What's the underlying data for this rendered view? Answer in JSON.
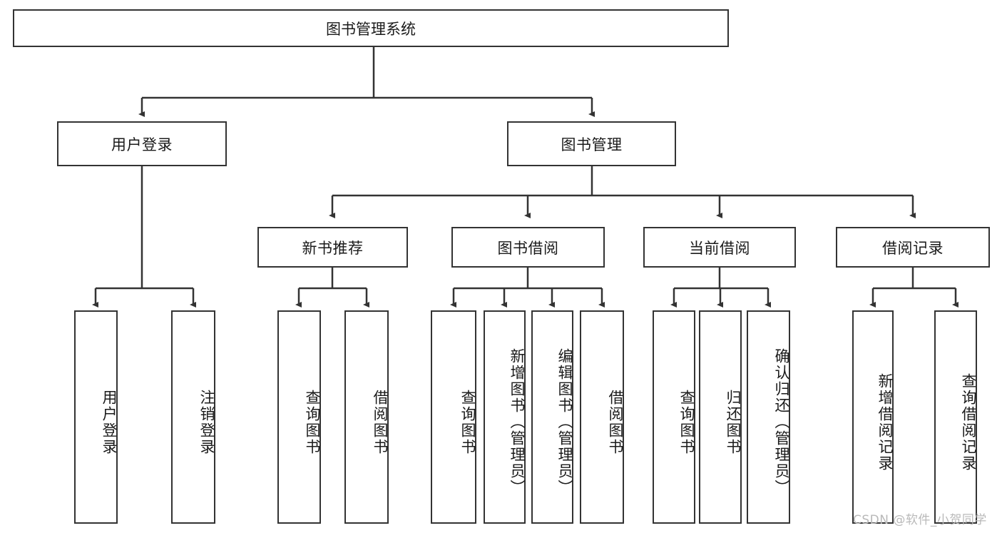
{
  "diagram": {
    "title": "图书管理系统",
    "type": "hierarchy-tree",
    "watermark": "CSDN @软件_小贺同学",
    "colors": {
      "box_border": "#333333",
      "box_fill": "#ffffff",
      "link": "#333333",
      "text": "#1a1a1a",
      "watermark": "#b9b9b9",
      "background": "#ffffff"
    },
    "levels": {
      "level0": [
        {
          "id": "root",
          "label": "图书管理系统"
        }
      ],
      "level1": [
        {
          "id": "user-login",
          "label": "用户登录"
        },
        {
          "id": "book-management",
          "label": "图书管理"
        }
      ],
      "level2": [
        {
          "id": "new-book-recommend",
          "label": "新书推荐"
        },
        {
          "id": "book-borrow",
          "label": "图书借阅"
        },
        {
          "id": "current-borrow",
          "label": "当前借阅"
        },
        {
          "id": "borrow-record",
          "label": "借阅记录"
        }
      ],
      "level3": [
        {
          "id": "leaf-user-login",
          "label": "用户登录",
          "parent": "user-login"
        },
        {
          "id": "leaf-logout",
          "label": "注销登录",
          "parent": "user-login"
        },
        {
          "id": "leaf-query-book-1",
          "label": "查询图书",
          "parent": "new-book-recommend"
        },
        {
          "id": "leaf-borrow-book-1",
          "label": "借阅图书",
          "parent": "new-book-recommend"
        },
        {
          "id": "leaf-query-book-2",
          "label": "查询图书",
          "parent": "book-borrow"
        },
        {
          "id": "leaf-add-book",
          "label": "新增图书（管理员）",
          "parent": "book-borrow"
        },
        {
          "id": "leaf-edit-book",
          "label": "编辑图书（管理员）",
          "parent": "book-borrow"
        },
        {
          "id": "leaf-borrow-book-2",
          "label": "借阅图书",
          "parent": "book-borrow"
        },
        {
          "id": "leaf-query-book-3",
          "label": "查询图书",
          "parent": "current-borrow"
        },
        {
          "id": "leaf-return-book",
          "label": "归还图书",
          "parent": "current-borrow"
        },
        {
          "id": "leaf-confirm-return",
          "label": "确认归还（管理员）",
          "parent": "current-borrow"
        },
        {
          "id": "leaf-add-record",
          "label": "新增借阅记录",
          "parent": "borrow-record"
        },
        {
          "id": "leaf-query-record",
          "label": "查询借阅记录",
          "parent": "borrow-record"
        }
      ]
    }
  }
}
